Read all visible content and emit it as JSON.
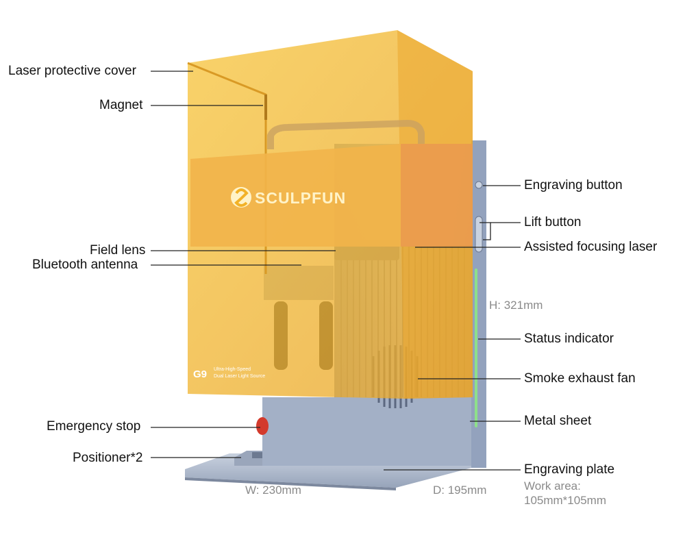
{
  "brand": {
    "logo_text": "SCULPFUN",
    "model": "G9",
    "model_line1": "Ultra-High-Speed",
    "model_line2": "Dual Laser Light Source"
  },
  "callouts_left": [
    {
      "id": "cover",
      "label": "Laser protective cover"
    },
    {
      "id": "magnet",
      "label": "Magnet"
    },
    {
      "id": "field_lens",
      "label": "Field lens"
    },
    {
      "id": "bluetooth",
      "label": "Bluetooth antenna"
    },
    {
      "id": "estop",
      "label": "Emergency stop"
    },
    {
      "id": "positioner",
      "label": "Positioner*2"
    }
  ],
  "callouts_right": [
    {
      "id": "engrave_btn",
      "label": "Engraving button"
    },
    {
      "id": "lift_btn",
      "label": "Lift button"
    },
    {
      "id": "focus_laser",
      "label": "Assisted focusing laser"
    },
    {
      "id": "status",
      "label": "Status indicator"
    },
    {
      "id": "fan",
      "label": "Smoke exhaust fan"
    },
    {
      "id": "metal",
      "label": "Metal sheet"
    },
    {
      "id": "plate",
      "label": "Engraving plate"
    }
  ],
  "work_area": {
    "line1": "Work area:",
    "line2": "105mm*105mm"
  },
  "dimensions": {
    "height": "H: 321mm",
    "width": "W: 230mm",
    "depth": "D: 195mm"
  },
  "colors": {
    "cover": "#f2b227",
    "metal": "#a9b6cc",
    "estop": "#d33a2c",
    "indicator": "#8ee08a"
  }
}
